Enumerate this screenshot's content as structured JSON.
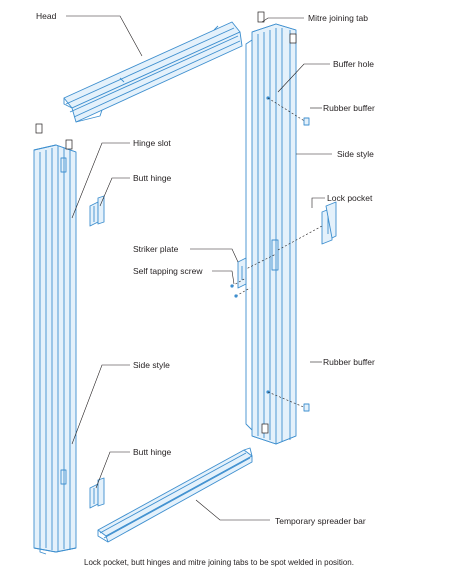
{
  "labels": {
    "head": "Head",
    "mitre_joining_tab": "Mitre joining tab",
    "buffer_hole": "Buffer hole",
    "rubber_buffer_top": "Rubber buffer",
    "hinge_slot": "Hinge slot",
    "side_style_right": "Side style",
    "butt_hinge_top": "Butt hinge",
    "lock_pocket": "Lock pocket",
    "striker_plate": "Striker plate",
    "self_tapping_screw": "Self tapping screw",
    "side_style_left": "Side style",
    "rubber_buffer_bottom": "Rubber buffer",
    "butt_hinge_bottom": "Butt hinge",
    "temporary_spreader_bar": "Temporary spreader bar"
  },
  "caption": "Lock pocket, butt hinges and mitre joining tabs to be spot welded in position.",
  "colors": {
    "part_stroke": "#3e8fcf",
    "part_fill": "#e4f1fb",
    "text": "#231f20"
  }
}
